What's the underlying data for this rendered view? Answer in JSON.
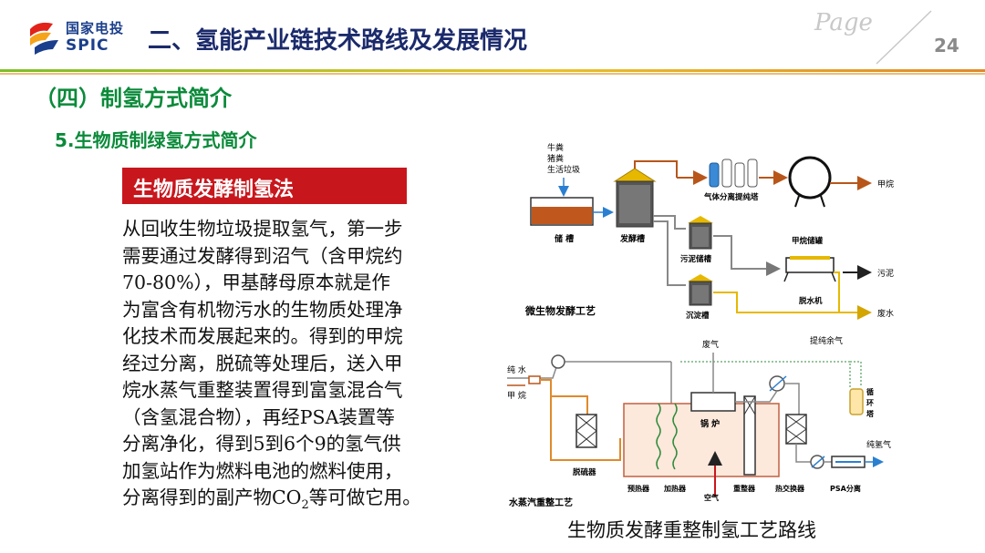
{
  "header": {
    "logo_cn": "国家电投",
    "logo_en": "SPIC",
    "title": "二、氢能产业链技术路线及发展情况",
    "page_label": "Page",
    "page_number": "24"
  },
  "section_title": "（四）制氢方式简介",
  "subsection_title": "5.生物质制绿氢方式简介",
  "band_label": "生物质发酵制氢法",
  "body_lines": [
    "从回收生物垃圾提取氢气，第一步",
    "需要通过发酵得到沼气（含甲烷约",
    "70-80%），甲基酵母原本就是作",
    "为富含有机物污水的生物质处理净",
    "化技术而发展起来的。得到的甲烷",
    "经过分离，脱硫等处理后，送入甲",
    "烷水蒸气重整装置得到富氢混合气",
    "（含氢混合物），再经PSA装置等",
    "分离净化，得到5到6个9的氢气供",
    "加氢站作为燃料电池的燃料使用，"
  ],
  "body_last_line": {
    "before": "分离得到的副产物CO",
    "sub": "2",
    "after": "等可做它用。"
  },
  "diagram_top": {
    "inputs": [
      "牛粪",
      "猪粪",
      "生活垃圾"
    ],
    "storage_tank": "储 槽",
    "ferment_tank": "发酵槽",
    "gas_purify": "气体分离提纯塔",
    "methane_out": "甲烷",
    "methane_tank": "甲烷储罐",
    "sludge_tank": "污泥储槽",
    "sludge_out": "污泥",
    "dewater": "脱水机",
    "settling": "沉淀槽",
    "wastewater": "废水",
    "process_name": "微生物发酵工艺"
  },
  "diagram_bottom": {
    "exhaust": "废气",
    "residual": "提纯余气",
    "pure_water": "纯 水",
    "methane_in": "甲 烷",
    "circ_tower": [
      "循",
      "环",
      "塔"
    ],
    "boiler": "锅 炉",
    "pure_h2": "纯氢气",
    "desulfurizer": "脱硫器",
    "preheater": "预热器",
    "heater": "加热器",
    "air": "空气",
    "reformer": "重整器",
    "heat_exchanger": "热交换器",
    "psa": "PSA分离",
    "process_name": "水蒸汽重整工艺"
  },
  "caption": "生物质发酵重整制氢工艺路线",
  "colors": {
    "brand_blue": "#1b2a6b",
    "section_green": "#0a8a3a",
    "band_red": "#c8161d",
    "pipe_orange": "#e08a2a",
    "pipe_gray": "#8c8c8c",
    "pipe_yellow": "#e6b800",
    "pipe_green": "#2e8b3a"
  }
}
